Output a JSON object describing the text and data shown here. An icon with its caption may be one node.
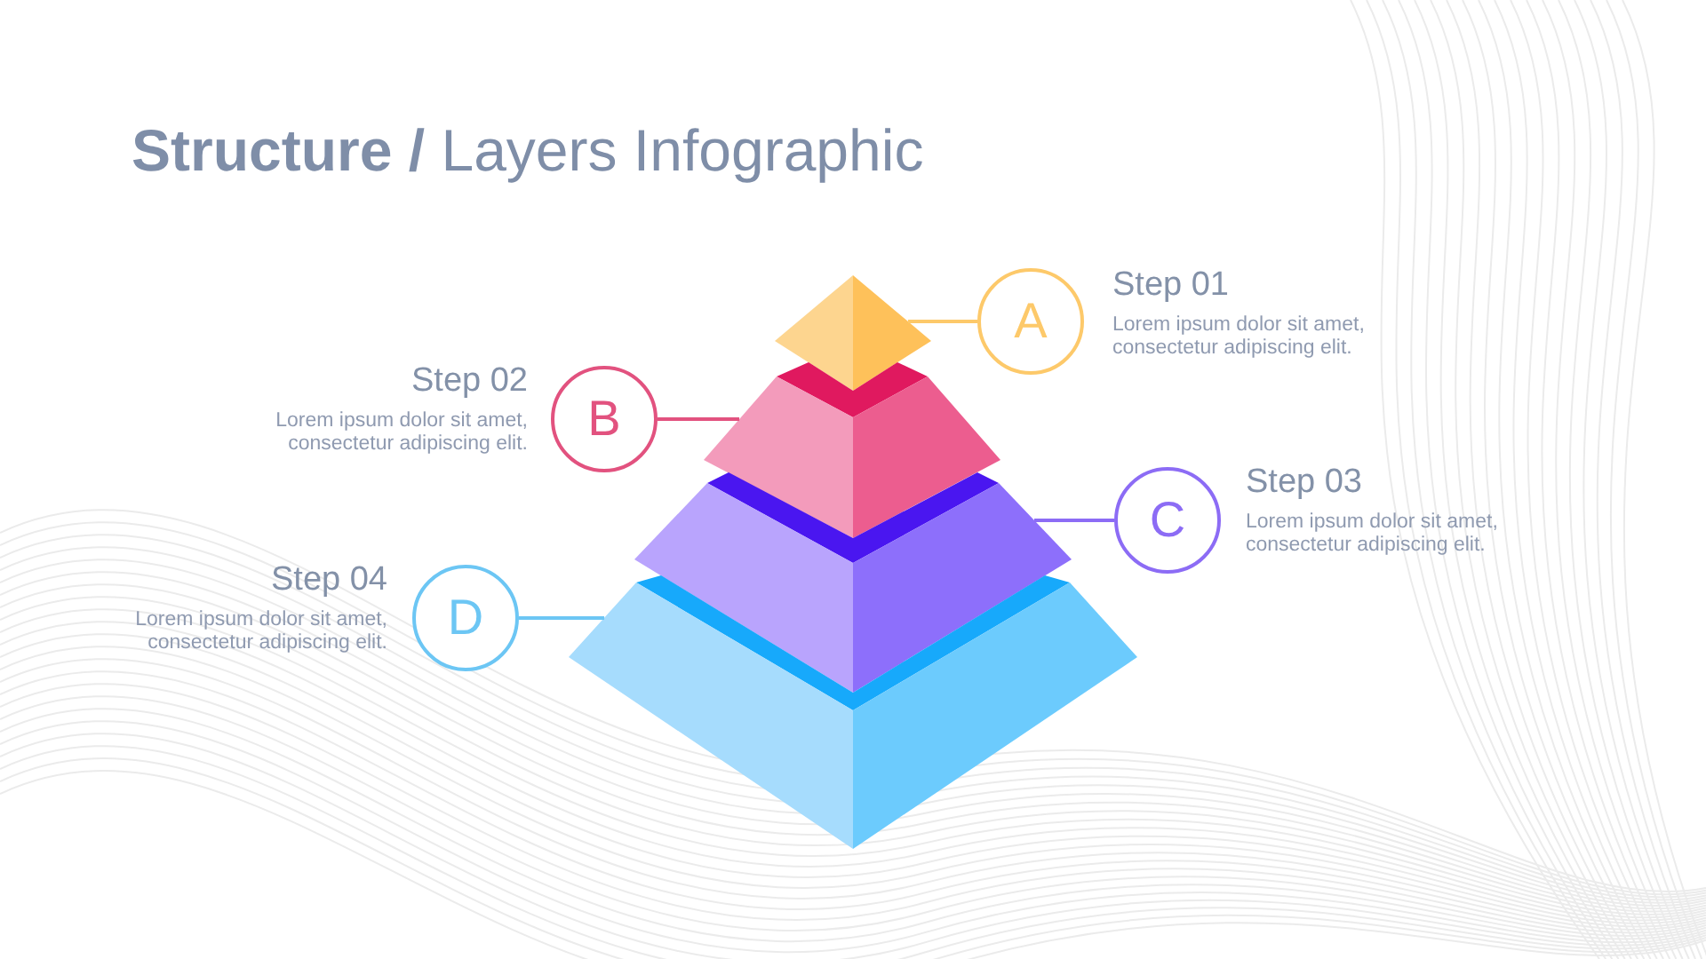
{
  "diagram": {
    "title": "**Structure /** Layers Infographic",
    "nodes": [
      {
        "text": [
          "A"
        ],
        "beside": [
          "Step 01",
          "Lorem ipsum dolor sit amet, consectetur adipiscing elit."
        ]
      },
      {
        "text": [],
        "shape": "pyramid"
      },
      {
        "text": [
          "B"
        ],
        "beside": [
          "Step 02",
          "Lorem ipsum dolor sit amet, consectetur adipiscing elit."
        ]
      },
      {
        "text": [],
        "shape": "pyramid"
      },
      {
        "text": [
          "C"
        ],
        "beside": [
          "Step 03",
          "Lorem ipsum dolor sit amet, consectetur adipiscing elit."
        ]
      },
      {
        "text": [],
        "shape": "pyramid"
      },
      {
        "text": [
          "D"
        ],
        "beside": [
          "Step 04",
          "Lorem ipsum dolor sit amet, consectetur adipiscing elit."
        ]
      },
      {
        "text": [],
        "shape": "pyramid"
      }
    ],
    "edges": [
      {
        "from": 0,
        "to": 1,
        "arrow": "none",
        "color": "#fdc96a"
      },
      {
        "from": 2,
        "to": 3,
        "arrow": "none",
        "color": "#e2527f"
      },
      {
        "from": 4,
        "to": 5,
        "arrow": "none",
        "color": "#8c6cf5"
      },
      {
        "from": 6,
        "to": 7,
        "arrow": "none",
        "color": "#6cc6f4"
      }
    ]
  }
}
